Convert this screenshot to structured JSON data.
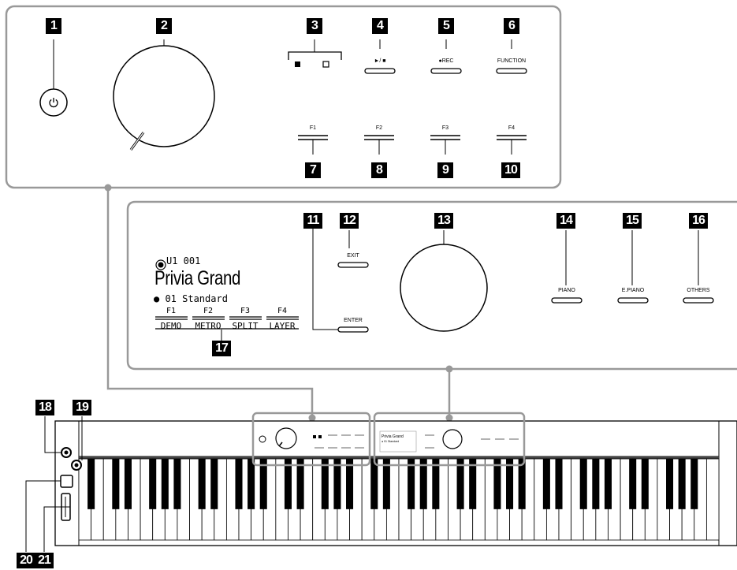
{
  "panel_top": {
    "badges": [
      "1",
      "2",
      "3",
      "4",
      "5",
      "6",
      "7",
      "8",
      "9",
      "10"
    ],
    "labels": {
      "play_stop": "►/ ■",
      "rec": "●REC",
      "function": "FUNCTION",
      "f1": "F1",
      "f2": "F2",
      "f3": "F3",
      "f4": "F4"
    }
  },
  "panel_bottom": {
    "badges": [
      "11",
      "12",
      "13",
      "14",
      "15",
      "16",
      "17"
    ],
    "labels": {
      "exit": "EXIT",
      "enter": "ENTER",
      "piano": "PIANO",
      "epiano": "E.PIANO",
      "others": "OTHERS"
    },
    "lcd": {
      "line1": "U1 001",
      "line2": "Privia Grand",
      "line3": "● 01 Standard",
      "fkeys": [
        "F1",
        "F2",
        "F3",
        "F4"
      ],
      "fkey_labels": [
        "DEMO",
        "METRO",
        "SPLIT",
        "LAYER"
      ]
    }
  },
  "side": {
    "badges": [
      "18",
      "19",
      "20",
      "21"
    ]
  },
  "mini_display": {
    "line1": "Privia Grand",
    "line2": "● 01 Standard"
  }
}
